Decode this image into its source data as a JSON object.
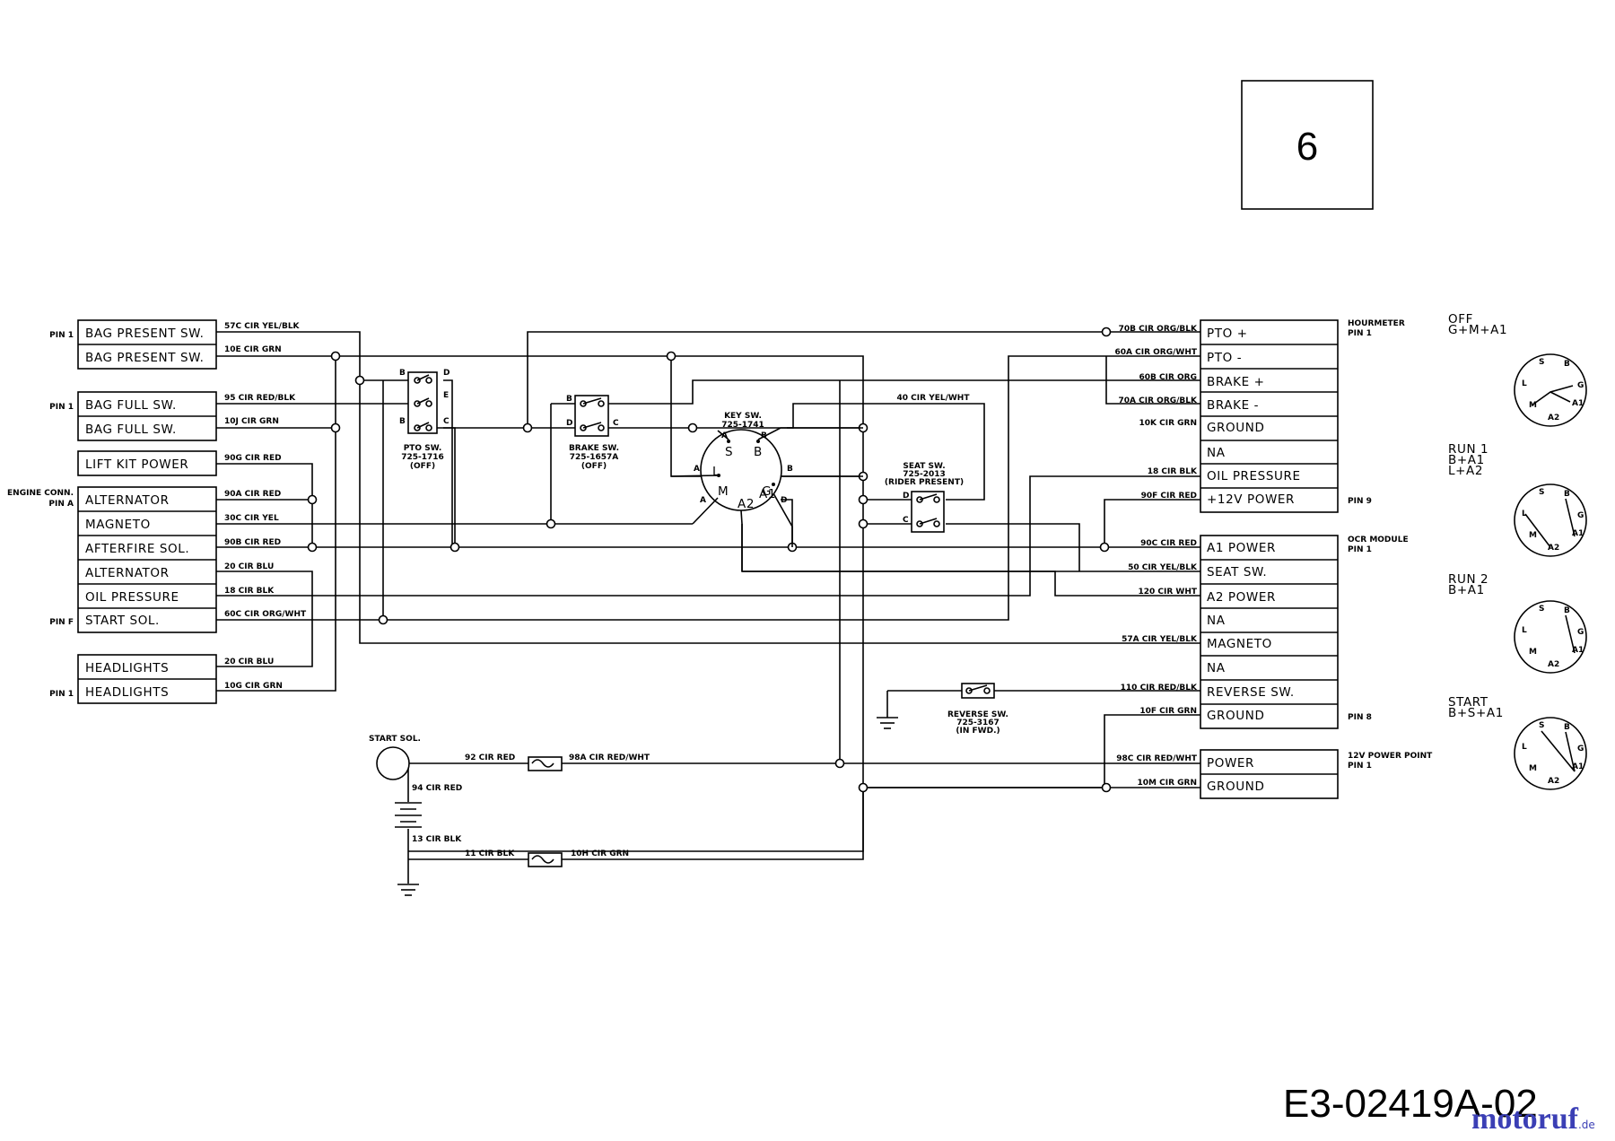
{
  "page_number": "6",
  "drawing_number": "E3-02419A-02",
  "watermark": "motoruf",
  "watermark_tld": ".de",
  "left_connectors": [
    {
      "pin": "PIN 1",
      "label": "BAG PRESENT SW.",
      "wire": "57C CIR YEL/BLK"
    },
    {
      "pin": "",
      "label": "BAG PRESENT SW.",
      "wire": "10E CIR GRN"
    },
    {
      "pin": "PIN 1",
      "label": "BAG FULL SW.",
      "wire": "95 CIR RED/BLK"
    },
    {
      "pin": "",
      "label": "BAG FULL SW.",
      "wire": "10J CIR GRN"
    },
    {
      "pin": "",
      "label": "LIFT KIT POWER",
      "wire": "90G CIR RED"
    },
    {
      "pin": "ENGINE CONN.\nPIN A",
      "label": "ALTERNATOR",
      "wire": "90A CIR RED"
    },
    {
      "pin": "",
      "label": "MAGNETO",
      "wire": "30C CIR YEL"
    },
    {
      "pin": "",
      "label": "AFTERFIRE SOL.",
      "wire": "90B CIR RED"
    },
    {
      "pin": "",
      "label": "ALTERNATOR",
      "wire": "20 CIR BLU"
    },
    {
      "pin": "",
      "label": "OIL PRESSURE",
      "wire": "18 CIR BLK"
    },
    {
      "pin": "PIN F",
      "label": "START SOL.",
      "wire": "60C CIR ORG/WHT"
    },
    {
      "pin": "",
      "label": "HEADLIGHTS",
      "wire": "20 CIR BLU"
    },
    {
      "pin": "PIN 1",
      "label": "HEADLIGHTS",
      "wire": "10G CIR GRN"
    }
  ],
  "right_connectors": [
    {
      "label": "PTO +",
      "wire": "70B CIR ORG/BLK"
    },
    {
      "label": "PTO -",
      "wire": "60A CIR ORG/WHT"
    },
    {
      "label": "BRAKE +",
      "wire": "60B CIR ORG"
    },
    {
      "label": "BRAKE -",
      "wire": "70A CIR ORG/BLK"
    },
    {
      "label": "GROUND",
      "wire": "10K CIR GRN"
    },
    {
      "label": "NA",
      "wire": ""
    },
    {
      "label": "OIL PRESSURE",
      "wire": "18 CIR BLK"
    },
    {
      "label": "+12V POWER",
      "wire": "90F CIR RED"
    },
    {
      "label": "A1 POWER",
      "wire": "90C CIR RED"
    },
    {
      "label": "SEAT SW.",
      "wire": "50 CIR YEL/BLK"
    },
    {
      "label": "A2 POWER",
      "wire": "120 CIR WHT"
    },
    {
      "label": "NA",
      "wire": ""
    },
    {
      "label": "MAGNETO",
      "wire": "57A CIR YEL/BLK"
    },
    {
      "label": "NA",
      "wire": ""
    },
    {
      "label": "REVERSE SW.",
      "wire": "110 CIR RED/BLK"
    },
    {
      "label": "GROUND",
      "wire": "10F CIR GRN"
    },
    {
      "label": "POWER",
      "wire": "98C CIR RED/WHT"
    },
    {
      "label": "GROUND",
      "wire": "10M CIR GRN"
    }
  ],
  "right_pins": {
    "hourmeter": "HOURMETER\nPIN 1",
    "pin9_a": "PIN 9",
    "ocr_module": "OCR MODULE\nPIN 1",
    "pin8": "PIN 8",
    "power_point": "12V POWER POINT\nPIN 1"
  },
  "switches": {
    "pto": {
      "name": "PTO SW.",
      "part": "725-1716",
      "state": "(OFF)"
    },
    "brake": {
      "name": "BRAKE SW.",
      "part": "725-1657A",
      "state": "(OFF)"
    },
    "key": {
      "name": "KEY SW.",
      "part": "725-1741"
    },
    "seat": {
      "name": "SEAT SW.",
      "part": "725-2013",
      "state": "(RIDER PRESENT)"
    },
    "reverse": {
      "name": "REVERSE SW.",
      "part": "725-3167",
      "state": "(IN FWD.)"
    }
  },
  "bottom_wires": {
    "start_sol": "START SOL.",
    "w92": "92 CIR RED",
    "w98a": "98A CIR RED/WHT",
    "w94": "94 CIR RED",
    "w13": "13 CIR BLK",
    "w11": "11 CIR BLK",
    "w10h": "10H CIR GRN",
    "w40": "40 CIR YEL/WHT"
  },
  "key_positions": [
    {
      "title": "OFF",
      "combo": "G+M+A1"
    },
    {
      "title": "RUN 1",
      "combo": "B+A1\nL+A2"
    },
    {
      "title": "RUN 2",
      "combo": "B+A1"
    },
    {
      "title": "START",
      "combo": "B+S+A1"
    }
  ]
}
